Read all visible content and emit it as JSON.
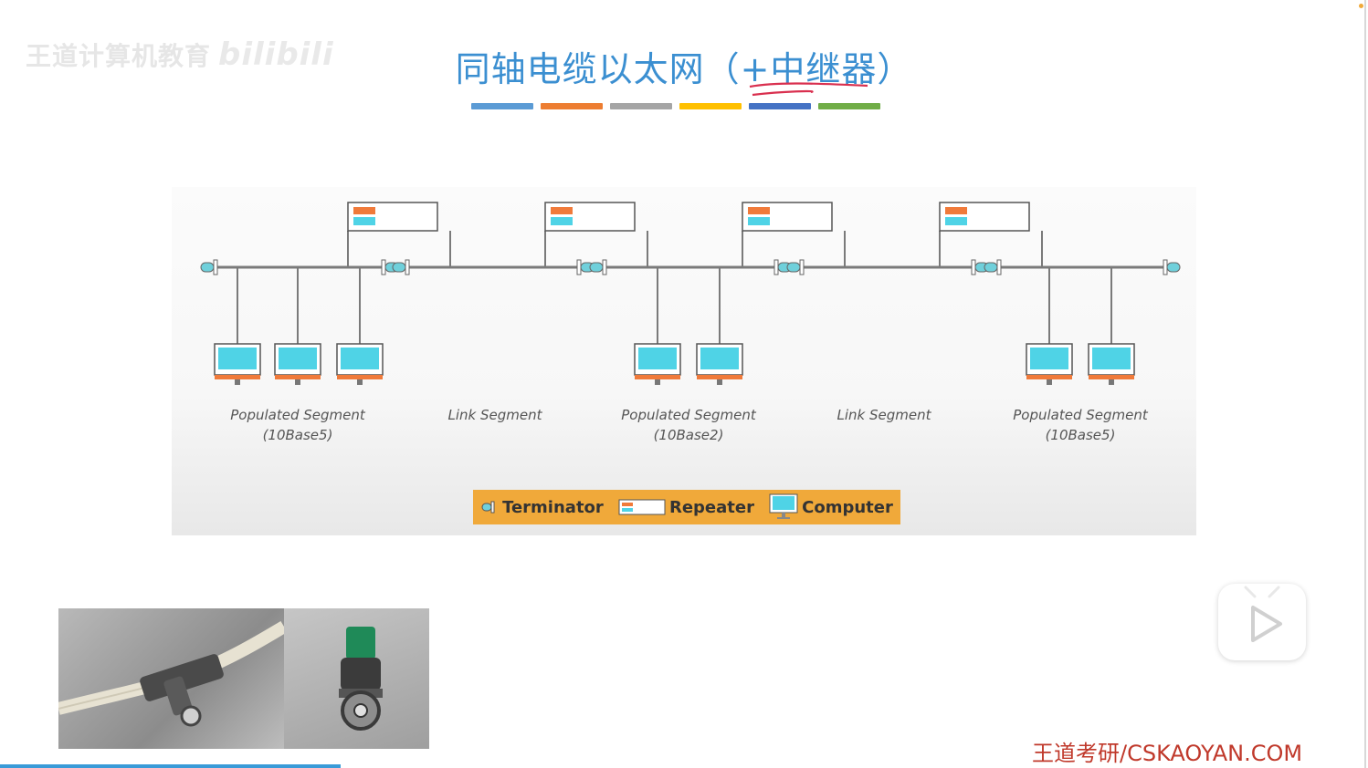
{
  "watermark": {
    "text": "王道计算机教育",
    "logo": "bilibili"
  },
  "title": {
    "main": "同轴电缆以太网（",
    "highlight": "+中继器",
    "close": "）"
  },
  "color_bar": [
    "#5b9bd5",
    "#ed7d31",
    "#a5a5a5",
    "#ffc000",
    "#4472c4",
    "#70ad47"
  ],
  "diagram": {
    "segments": [
      {
        "name": "Populated Segment",
        "sub": "(10Base5)"
      },
      {
        "name": "Link Segment",
        "sub": ""
      },
      {
        "name": "Populated Segment",
        "sub": "(10Base2)"
      },
      {
        "name": "Link Segment",
        "sub": ""
      },
      {
        "name": "Populated Segment",
        "sub": "(10Base5)"
      }
    ],
    "legend": {
      "terminator": "Terminator",
      "repeater": "Repeater",
      "computer": "Computer"
    },
    "colors": {
      "repeater_light": "#f07a3a",
      "screen": "#4fd3e6",
      "terminator": "#6fd0db",
      "legend_bg": "#f0a93a"
    }
  },
  "footer": {
    "brand": "王道考研/CSKAOYAN.COM"
  },
  "player": {
    "play_icon": "play-icon"
  }
}
